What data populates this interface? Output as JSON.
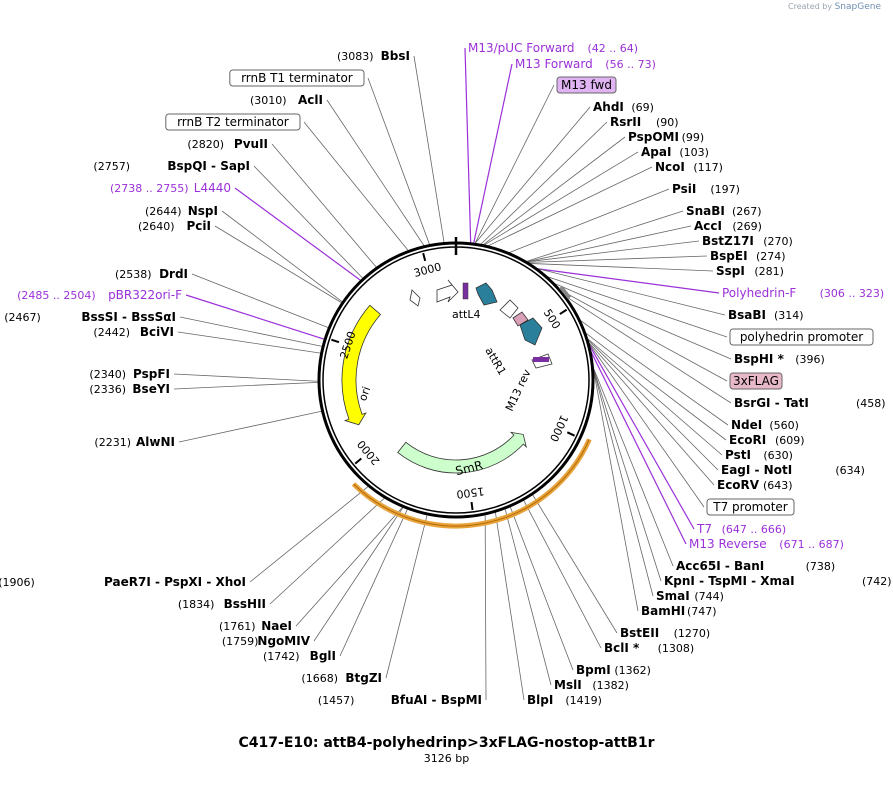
{
  "header": {
    "created_by": "Created by",
    "brand": "SnapGene"
  },
  "plasmid": {
    "name": "C417-E10: attB4-polyhedrinp>3xFLAG-nostop-attB1r",
    "length_label": "3126 bp",
    "length_bp": 3126
  },
  "ticks": [
    {
      "label": "500",
      "pos": 500
    },
    {
      "label": "1000",
      "pos": 1000
    },
    {
      "label": "1500",
      "pos": 1500
    },
    {
      "label": "2000",
      "pos": 2000
    },
    {
      "label": "2500",
      "pos": 2500
    },
    {
      "label": "3000",
      "pos": 3000
    }
  ],
  "features": [
    {
      "name": "ori",
      "start": 2130,
      "end": 2700,
      "color": "#ffff00",
      "direction": "reverse"
    },
    {
      "name": "SmR",
      "start": 1120,
      "end": 1900,
      "color": "#ccffcc",
      "direction": "reverse"
    },
    {
      "name": "attL4",
      "label": "attL4"
    },
    {
      "name": "attR1",
      "label": "attR1"
    },
    {
      "name": "M13 rev",
      "label": "M13 rev"
    }
  ],
  "labels_left": [
    {
      "pos": "(3083)",
      "name": "BbsI"
    },
    {
      "box": "rrnB T1 terminator"
    },
    {
      "pos": "(3010)",
      "name": "AclI"
    },
    {
      "box": "rrnB T2 terminator"
    },
    {
      "pos": "(2820)",
      "name": "PvuII"
    },
    {
      "pos": "(2757)",
      "name": "BspQI",
      "alt": "SapI"
    },
    {
      "primer_pos": "(2738 .. 2755)",
      "primer": "L4440"
    },
    {
      "pos": "(2644)",
      "name": "NspI"
    },
    {
      "pos": "(2640)",
      "name": "PciI"
    },
    {
      "pos": "(2538)",
      "name": "DrdI"
    },
    {
      "primer_pos": "(2485 .. 2504)",
      "primer": "pBR322ori-F"
    },
    {
      "pos": "(2467)",
      "name": "BssSI",
      "alt": "BssSαI"
    },
    {
      "pos": "(2442)",
      "name": "BciVI"
    },
    {
      "pos": "(2340)",
      "name": "PspFI"
    },
    {
      "pos": "(2336)",
      "name": "BseYI"
    },
    {
      "pos": "(2231)",
      "name": "AlwNI"
    },
    {
      "pos": "(1906)",
      "name": "PaeR7I",
      "alt": "PspXI",
      "alt2": "XhoI"
    },
    {
      "pos": "(1834)",
      "name": "BssHII"
    },
    {
      "pos": "(1761)",
      "name": "NaeI"
    },
    {
      "pos": "(1759)",
      "name": "NgoMIV"
    },
    {
      "pos": "(1742)",
      "name": "BglI"
    },
    {
      "pos": "(1668)",
      "name": "BtgZI"
    },
    {
      "pos": "(1457)",
      "name": "BfuAI",
      "alt": "BspMI"
    }
  ],
  "labels_right": [
    {
      "primer": "M13/pUC Forward",
      "primer_pos": "(42 .. 64)"
    },
    {
      "primer": "M13 Forward",
      "primer_pos": "(56 .. 73)"
    },
    {
      "box_purple": "M13 fwd"
    },
    {
      "name": "AhdI",
      "pos": "(69)"
    },
    {
      "name": "RsrII",
      "pos": "(90)"
    },
    {
      "name": "PspOMI",
      "pos": "(99)"
    },
    {
      "name": "ApaI",
      "pos": "(103)"
    },
    {
      "name": "NcoI",
      "pos": "(117)"
    },
    {
      "name": "PsiI",
      "pos": "(197)"
    },
    {
      "name": "SnaBI",
      "pos": "(267)"
    },
    {
      "name": "AccI",
      "pos": "(269)"
    },
    {
      "name": "BstZ17I",
      "pos": "(270)"
    },
    {
      "name": "BspEI",
      "pos": "(274)"
    },
    {
      "name": "SspI",
      "pos": "(281)"
    },
    {
      "primer": "Polyhedrin-F",
      "primer_pos": "(306 .. 323)"
    },
    {
      "name": "BsaBI",
      "pos": "(314)"
    },
    {
      "box": "polyhedrin promoter"
    },
    {
      "name": "BspHI *",
      "pos": "(396)"
    },
    {
      "box_pink": "3xFLAG"
    },
    {
      "name": "BsrGI",
      "alt": "TatI",
      "pos": "(458)"
    },
    {
      "name": "NdeI",
      "pos": "(560)"
    },
    {
      "name": "EcoRI",
      "pos": "(609)"
    },
    {
      "name": "PstI",
      "pos": "(630)"
    },
    {
      "name": "EagI",
      "alt": "NotI",
      "pos": "(634)"
    },
    {
      "name": "EcoRV",
      "pos": "(643)"
    },
    {
      "box": "T7 promoter"
    },
    {
      "primer": "T7",
      "primer_pos": "(647 .. 666)"
    },
    {
      "primer": "M13 Reverse",
      "primer_pos": "(671 .. 687)"
    },
    {
      "name": "Acc65I",
      "alt": "BanI",
      "pos": "(738)"
    },
    {
      "name": "KpnI",
      "alt": "TspMI",
      "alt2": "XmaI",
      "pos": "(742)"
    },
    {
      "name": "SmaI",
      "pos": "(744)"
    },
    {
      "name": "BamHI",
      "pos": "(747)"
    },
    {
      "name": "BstEII",
      "pos": "(1270)"
    },
    {
      "name": "BclI *",
      "pos": "(1308)"
    },
    {
      "name": "BpmI",
      "pos": "(1362)"
    },
    {
      "name": "MslI",
      "pos": "(1382)"
    },
    {
      "name": "BlpI",
      "pos": "(1419)"
    }
  ],
  "colors": {
    "ring": "#000000",
    "primer": "#9b30d9",
    "leader": "#555555",
    "ori": "#ffff00",
    "smr": "#ccffcc",
    "att": "#2a7f9a",
    "orange_arc": "#e8a33c"
  }
}
